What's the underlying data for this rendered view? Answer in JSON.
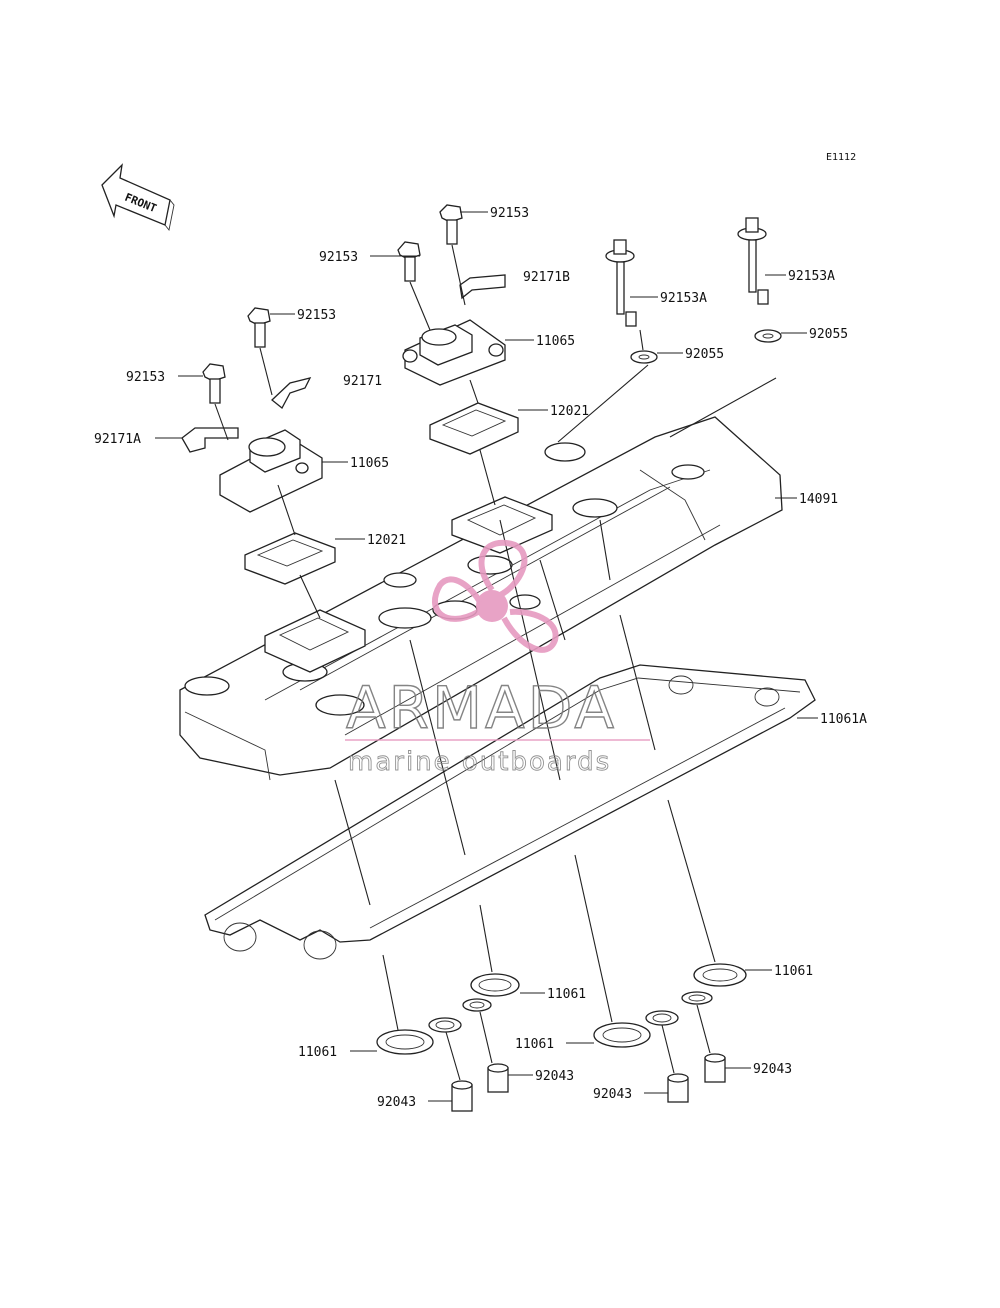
{
  "diagram": {
    "ref_code": "E1112",
    "front_label": "FRONT",
    "watermark": {
      "brand": "ARMADA",
      "tagline": "marine outboards",
      "color": "#e69ac0"
    }
  },
  "parts": [
    {
      "id": "92153",
      "label": "92153"
    },
    {
      "id": "92171B",
      "label": "92171B"
    },
    {
      "id": "92153b",
      "label": "92153"
    },
    {
      "id": "92153A",
      "label": "92153A"
    },
    {
      "id": "92153Ab",
      "label": "92153A"
    },
    {
      "id": "92153c",
      "label": "92153"
    },
    {
      "id": "11065",
      "label": "11065"
    },
    {
      "id": "92055",
      "label": "92055"
    },
    {
      "id": "92055b",
      "label": "92055"
    },
    {
      "id": "92153d",
      "label": "92153"
    },
    {
      "id": "92171",
      "label": "92171"
    },
    {
      "id": "12021",
      "label": "12021"
    },
    {
      "id": "92171A",
      "label": "92171A"
    },
    {
      "id": "11065b",
      "label": "11065"
    },
    {
      "id": "14091",
      "label": "14091"
    },
    {
      "id": "12021b",
      "label": "12021"
    },
    {
      "id": "11061A",
      "label": "11061A"
    },
    {
      "id": "11061",
      "label": "11061"
    },
    {
      "id": "11061b",
      "label": "11061"
    },
    {
      "id": "11061c",
      "label": "11061"
    },
    {
      "id": "11061d",
      "label": "11061"
    },
    {
      "id": "92043",
      "label": "92043"
    },
    {
      "id": "92043b",
      "label": "92043"
    },
    {
      "id": "92043c",
      "label": "92043"
    },
    {
      "id": "92043d",
      "label": "92043"
    }
  ]
}
